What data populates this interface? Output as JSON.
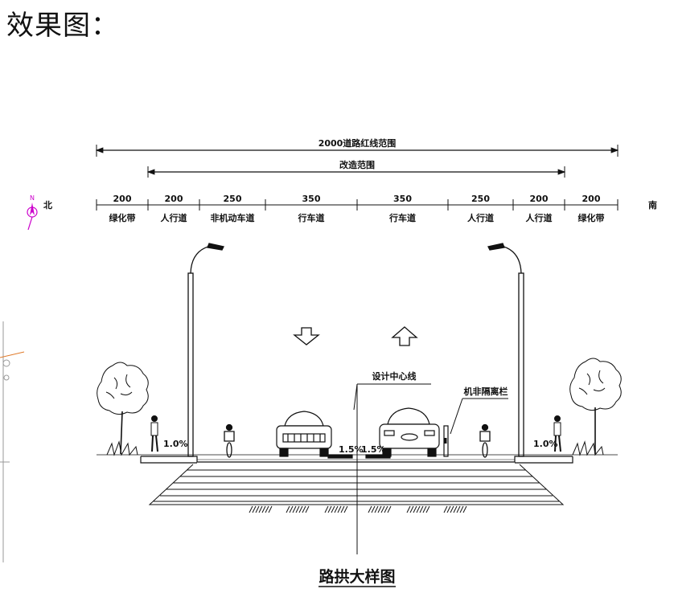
{
  "header": {
    "title": "效果图："
  },
  "dimensions": {
    "total_label": "2000道路红线范围",
    "renovation_label": "改造范围",
    "segments": [
      {
        "value": "200",
        "name": "绿化带"
      },
      {
        "value": "200",
        "name": "人行道"
      },
      {
        "value": "250",
        "name": "非机动车道"
      },
      {
        "value": "350",
        "name": "行车道"
      },
      {
        "value": "350",
        "name": "行车道"
      },
      {
        "value": "250",
        "name": "人行道"
      },
      {
        "value": "200",
        "name": "人行道"
      },
      {
        "value": "200",
        "name": "绿化带"
      }
    ]
  },
  "compass": {
    "north_symbol": "N",
    "north_label": "北",
    "south_label": "南"
  },
  "annotations": {
    "centerline": "设计中心线",
    "barrier": "机非隔离栏",
    "slope_left": "1.0%",
    "slope_right": "1.0%",
    "slope_center_left": "1.5%",
    "slope_center_right": "1.5%"
  },
  "drawing_title": "路拱大样图",
  "colors": {
    "line": "#111111",
    "compass": "#cc00cc",
    "stray": "#e07a2a"
  }
}
